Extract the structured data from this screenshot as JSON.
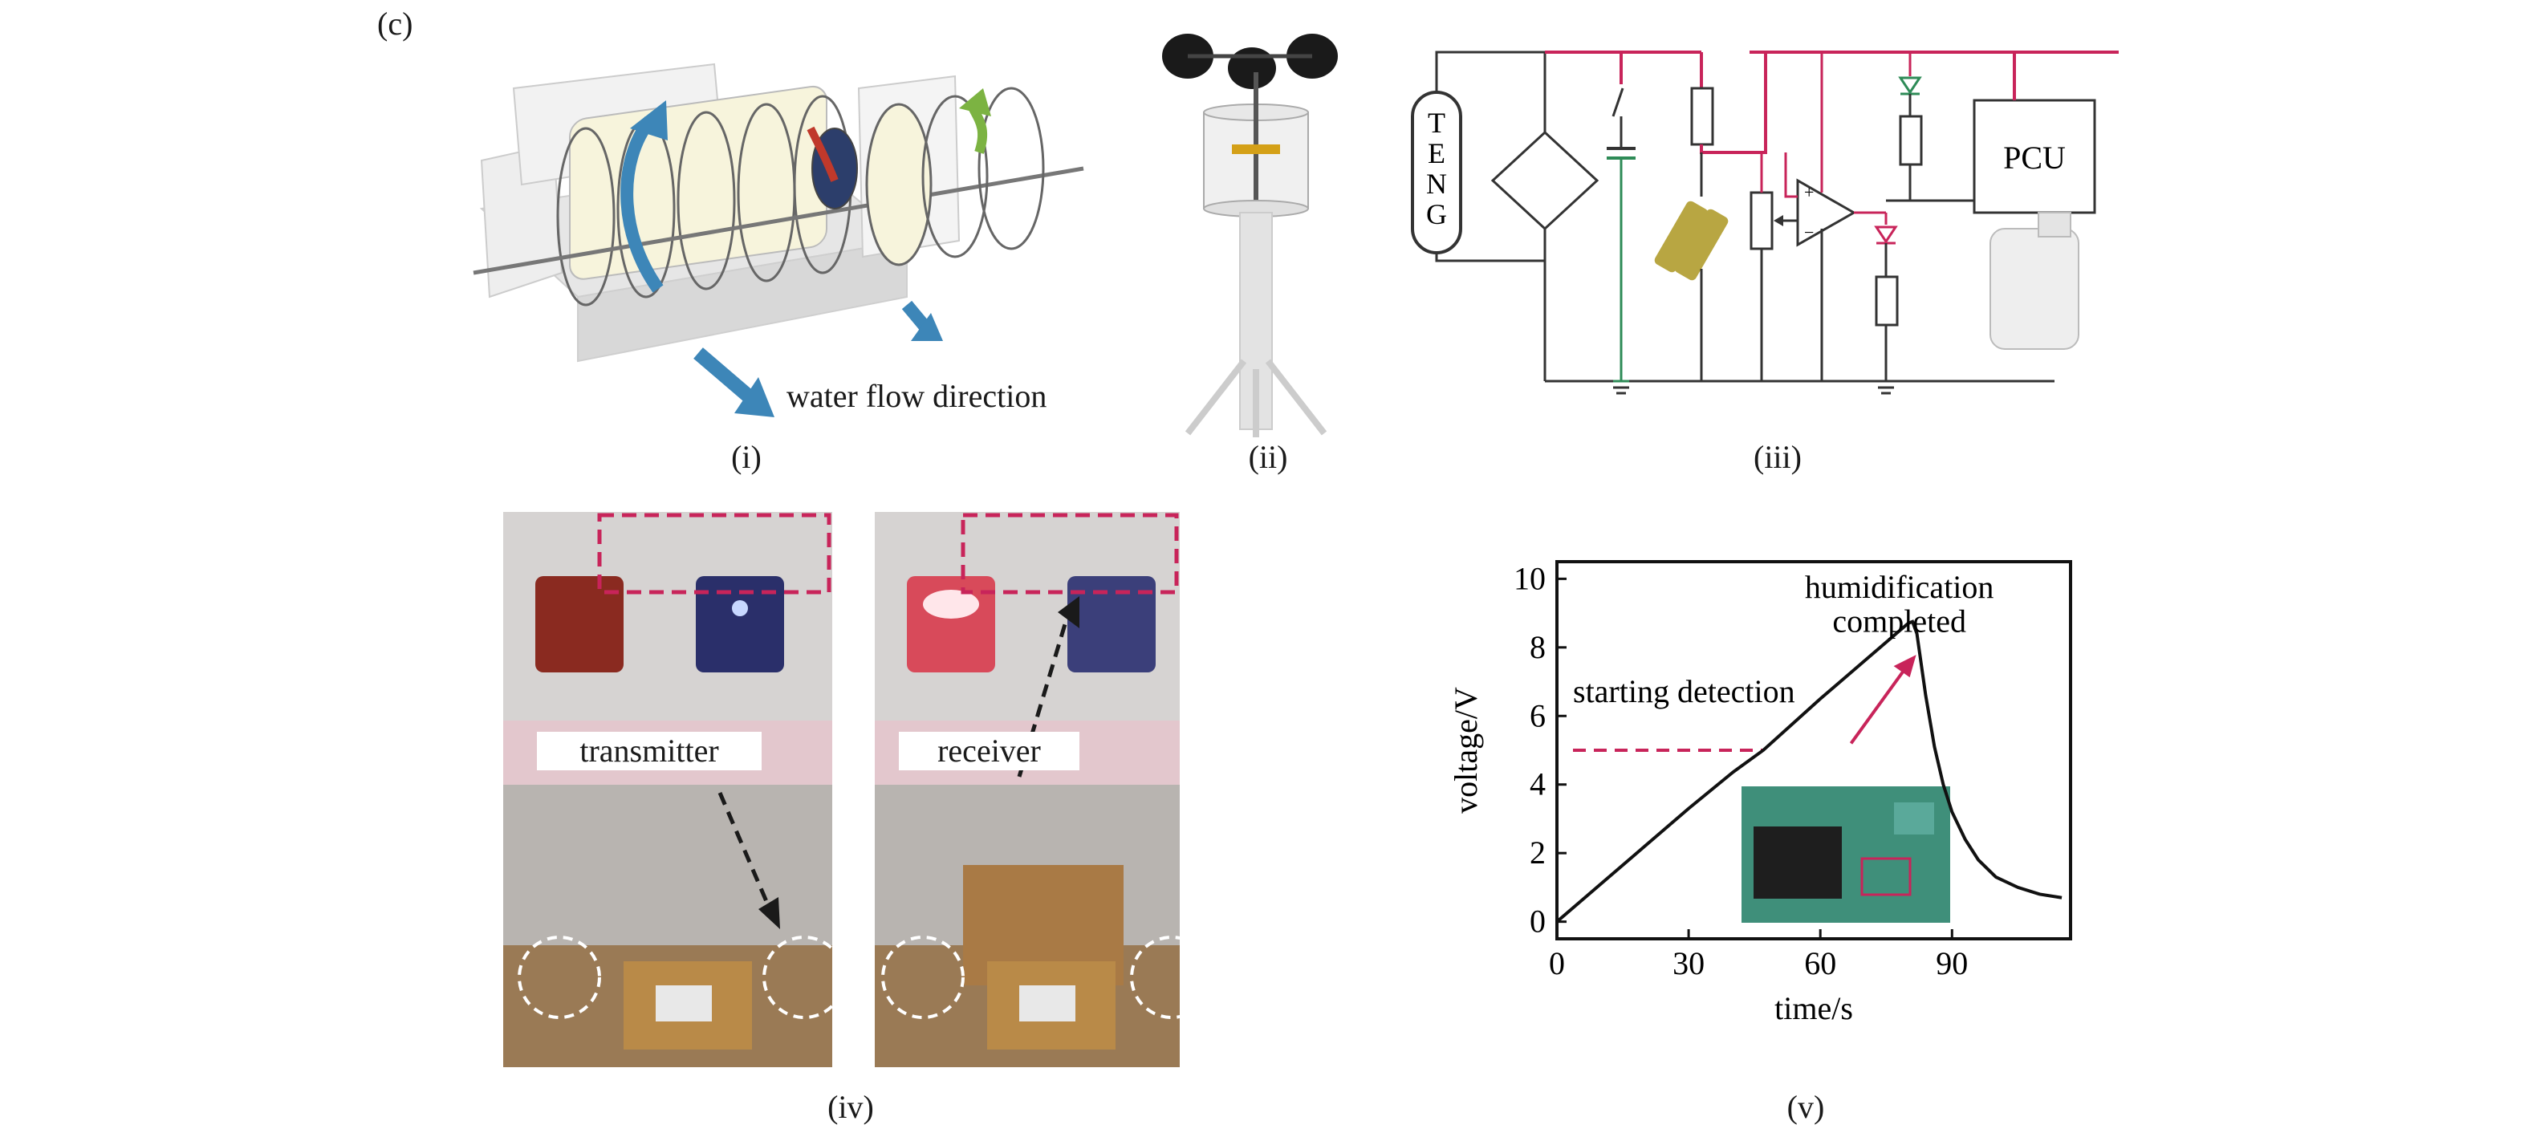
{
  "figure": {
    "label": "(c)",
    "subfigures": {
      "i": {
        "label": "(i)",
        "annotation": "water flow direction"
      },
      "ii": {
        "label": "(ii)"
      },
      "iii": {
        "label": "(iii)",
        "teng_label": "TENG",
        "teng_letters": [
          "T",
          "E",
          "N",
          "G"
        ],
        "pcu_label": "PCU"
      },
      "iv": {
        "label": "(iv)",
        "left_caption": "transmitter",
        "right_caption": "receiver"
      },
      "v": {
        "label": "(v)"
      }
    }
  },
  "colors": {
    "wire_red": "#c8245a",
    "wire_dark": "#333333",
    "wire_green": "#2e8b57",
    "flow_arrow_blue": "#3d86b8",
    "rotation_arrow_red": "#c0392b",
    "rotation_arrow_green": "#7cb342",
    "dashed_box": "#c8245a"
  },
  "chart_data": {
    "type": "line",
    "xlabel": "time/s",
    "ylabel": "voltage/V",
    "xlim": [
      0,
      117
    ],
    "ylim": [
      -0.5,
      10.5
    ],
    "xticks": [
      0,
      30,
      60,
      90
    ],
    "yticks": [
      0,
      2,
      4,
      6,
      8,
      10
    ],
    "grid": false,
    "series": [
      {
        "x": [
          0,
          5,
          10,
          20,
          30,
          40,
          47,
          60,
          70,
          80,
          81,
          82,
          84,
          86,
          88,
          90,
          93,
          96,
          100,
          105,
          110,
          115
        ],
        "y": [
          0,
          0.55,
          1.1,
          2.2,
          3.3,
          4.35,
          5.0,
          6.5,
          7.6,
          8.7,
          8.75,
          8.4,
          6.6,
          5.1,
          4.0,
          3.2,
          2.4,
          1.8,
          1.3,
          1.0,
          0.8,
          0.7
        ]
      }
    ],
    "threshold": {
      "y": 5.0,
      "x_end": 47
    },
    "annotations": [
      {
        "text": "starting detection"
      },
      {
        "text": "humidification"
      },
      {
        "text": "completed"
      }
    ]
  }
}
